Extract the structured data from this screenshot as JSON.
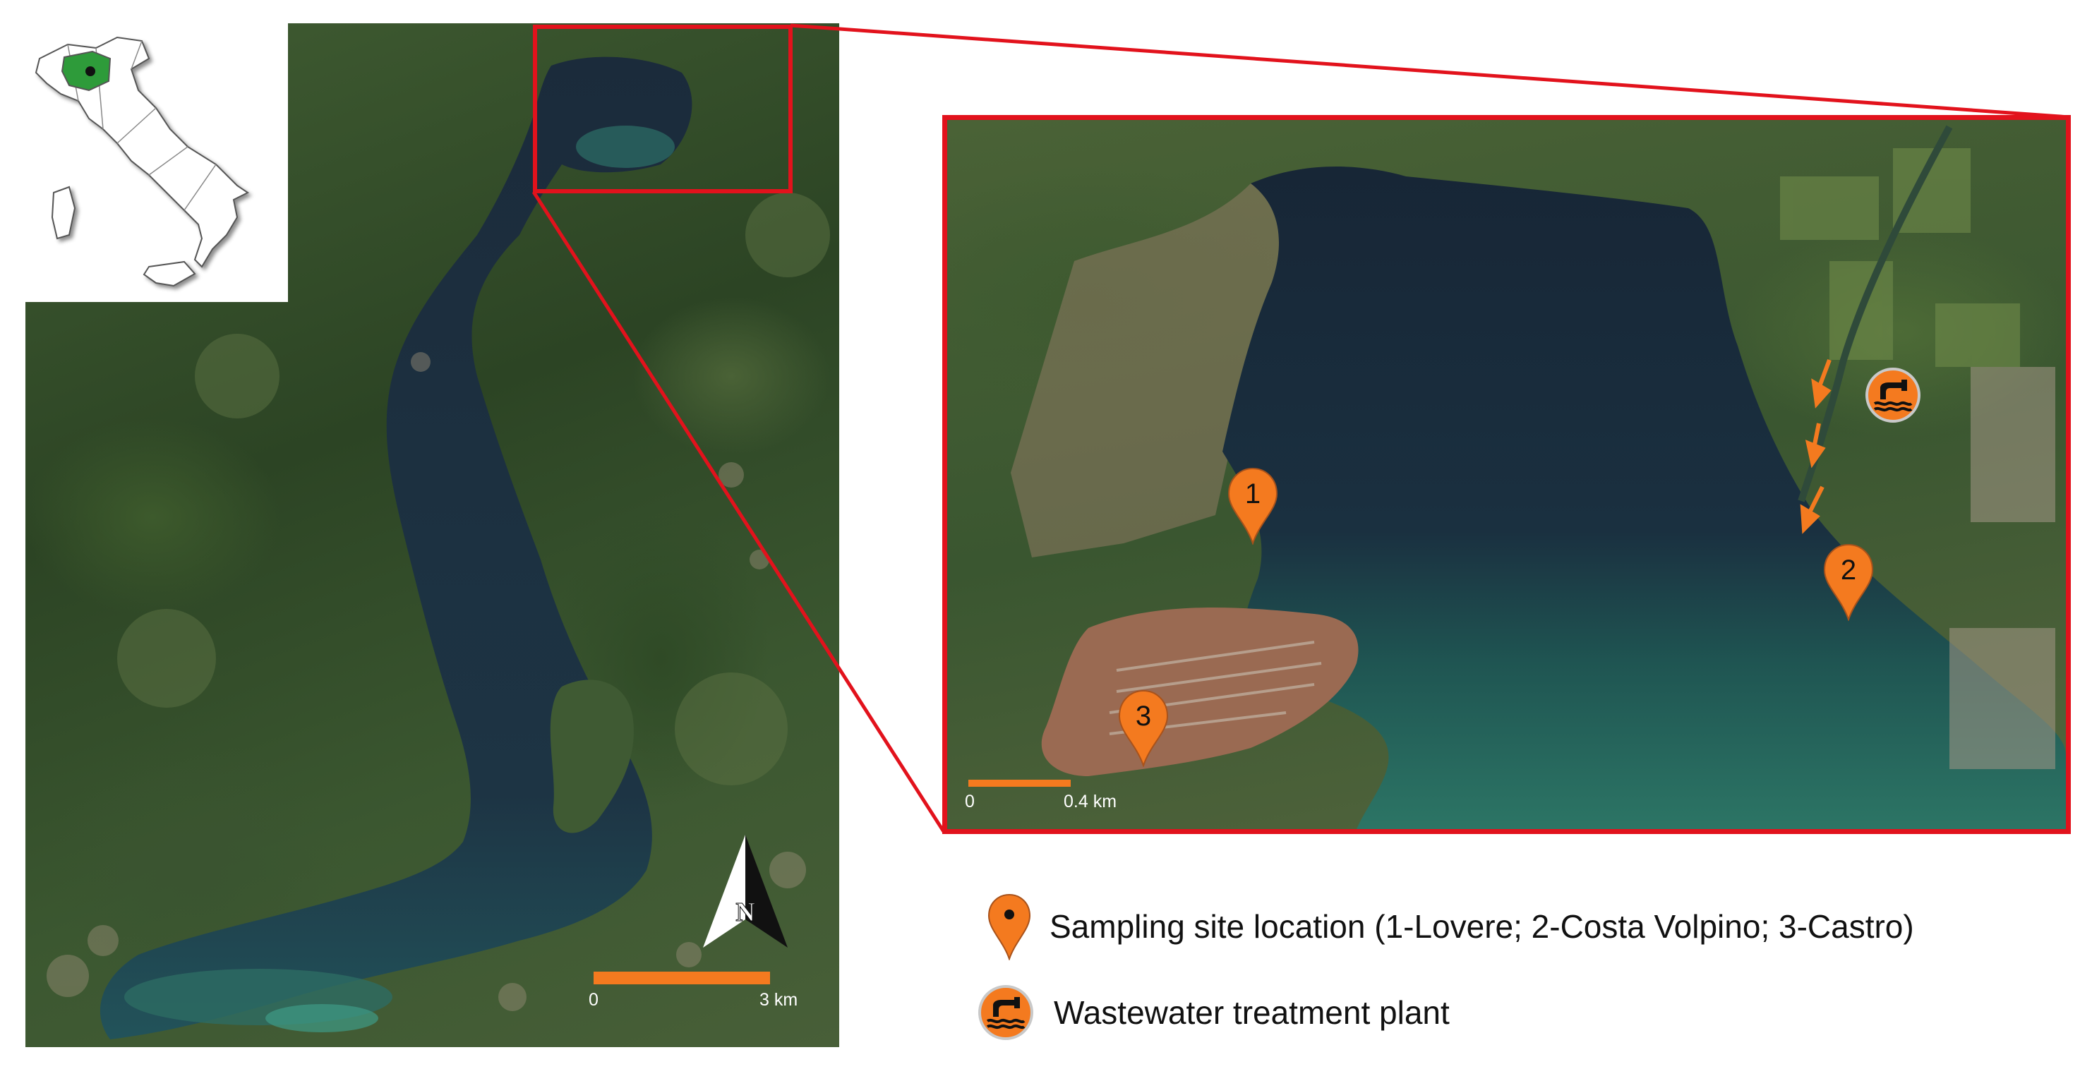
{
  "zoom_scale": {
    "start": "0",
    "end": "0.4 km"
  },
  "overview_scale": {
    "start": "0",
    "end": "3 km"
  },
  "north_label": "N",
  "sites": [
    {
      "number": "1",
      "name": "Lovere"
    },
    {
      "number": "2",
      "name": "Costa Volpino"
    },
    {
      "number": "3",
      "name": "Castro"
    }
  ],
  "legend": {
    "site_text": "Sampling site location (1-Lovere; 2-Costa Volpino; 3-Castro)",
    "wwtp_text": "Wastewater treatment plant"
  },
  "colors": {
    "accent_red": "#e2121c",
    "marker_orange": "#f47a1f",
    "inset_region_green": "#2e9b3a",
    "lake_dark": "#18283a",
    "lake_turquoise": "#2f7a6a"
  },
  "icons": [
    "map-pin-icon",
    "wastewater-plant-icon",
    "north-arrow-icon",
    "italy-outline-icon"
  ]
}
